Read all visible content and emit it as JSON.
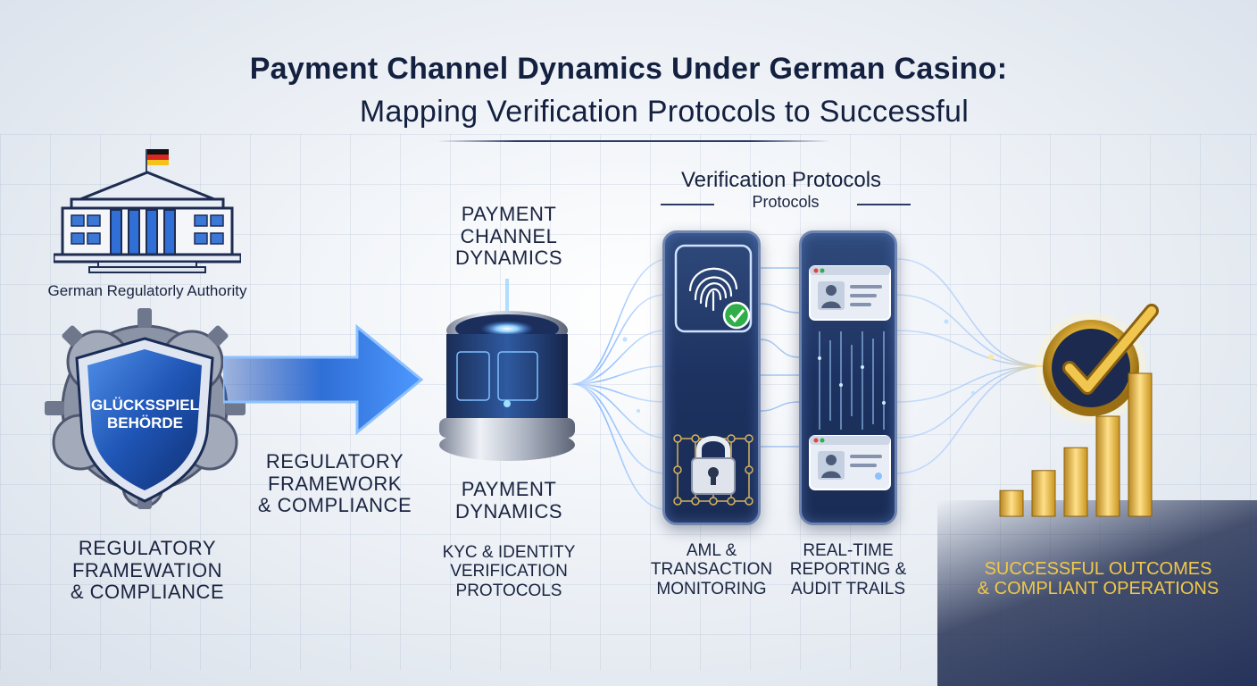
{
  "title": {
    "line1": "Payment Channel Dynamics Under German Casino:",
    "line2": "Mapping Verification Protocols to Successful"
  },
  "authority": {
    "label": "German Regulatorly Authority",
    "shield_line1": "GLÜCKSSPIEL",
    "shield_line2": "BEHÖRDE",
    "bottom_label": [
      "REGULATORY",
      "FRAMEWATION",
      "& COMPLIANCE"
    ]
  },
  "arrow_label": [
    "REGULATORY",
    "FRAMEWORK",
    "& COMPLIANCE"
  ],
  "payment": {
    "top_label": [
      "PAYMENT",
      "CHANNEL",
      "DYNAMICS"
    ],
    "bottom_label": [
      "PAYMENT",
      "DYNAMICS"
    ],
    "kyc_label": [
      "KYC & IDENTITY",
      "VERIFICATION",
      "PROTOCOLS"
    ]
  },
  "verification": {
    "heading": "Verification Protocols",
    "subheading": "Protocols",
    "aml_label": [
      "AML &",
      "TRANSACTION",
      "MONITORING"
    ],
    "reporting_label": [
      "REAL-TIME",
      "REPORTING &",
      "AUDIT TRAILS"
    ]
  },
  "outcome": {
    "label": [
      "SUCCESSFUL OUTCOMES",
      "& COMPLIANT OPERATIONS"
    ],
    "bars": [
      0.18,
      0.32,
      0.48,
      0.7,
      1.0
    ]
  },
  "colors": {
    "accent_blue": "#2f6fd6",
    "navy": "#1a2c55",
    "gold": "#e2b43a",
    "green_check": "#2fae4a"
  },
  "icons": [
    "german-flag-icon",
    "building-icon",
    "gear-icon",
    "shield-icon",
    "database-icon",
    "fingerprint-icon",
    "check-icon",
    "padlock-icon",
    "id-card-icon",
    "gold-check-icon",
    "bar-chart-icon"
  ]
}
